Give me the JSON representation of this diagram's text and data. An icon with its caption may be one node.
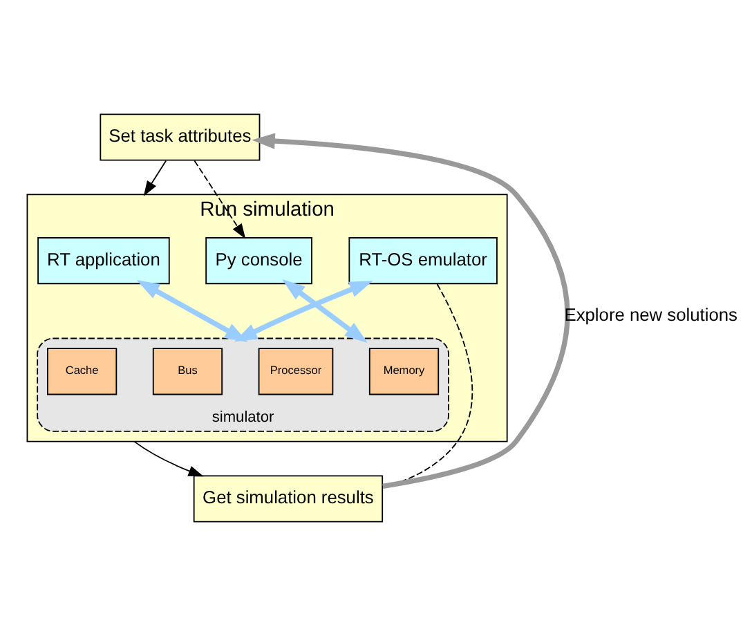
{
  "diagram": {
    "nodes": [
      {
        "text": [
          "Set task attributes"
        ]
      },
      {
        "text": [
          "Run simulation"
        ]
      },
      {
        "text": [
          "RT application"
        ],
        "in": 1
      },
      {
        "text": [
          "Py console"
        ],
        "in": 1
      },
      {
        "text": [
          "simulator"
        ],
        "in": 1
      },
      {
        "text": [
          "Processor"
        ],
        "in": 4
      },
      {
        "text": [
          "Memory"
        ],
        "in": 4
      },
      {
        "text": [
          "Bus"
        ],
        "in": 4
      },
      {
        "text": [
          "Cache"
        ],
        "in": 4
      },
      {
        "text": [
          "RT-OS emulator"
        ],
        "in": 1
      },
      {
        "text": [
          "Get simulation results"
        ]
      }
    ],
    "edges": [
      {
        "from": 0,
        "to": 1,
        "arrow": "to"
      },
      {
        "from": 0,
        "to": 3,
        "arrow": "to",
        "style": "dashed"
      },
      {
        "from": 2,
        "to": 4,
        "arrow": "both",
        "style": "thick",
        "color": "#99ccff"
      },
      {
        "from": 3,
        "to": 4,
        "arrow": "both",
        "style": "thick",
        "color": "#99ccff"
      },
      {
        "from": 9,
        "to": 4,
        "arrow": "both",
        "style": "thick",
        "color": "#99ccff"
      },
      {
        "from": 1,
        "to": 10,
        "arrow": "to"
      },
      {
        "from": 9,
        "to": 10,
        "arrow": "none",
        "style": "dashed"
      },
      {
        "from": 10,
        "to": 0,
        "arrow": "to",
        "label": "Explore new solutions",
        "style": "thick",
        "color": "#999999"
      }
    ]
  }
}
